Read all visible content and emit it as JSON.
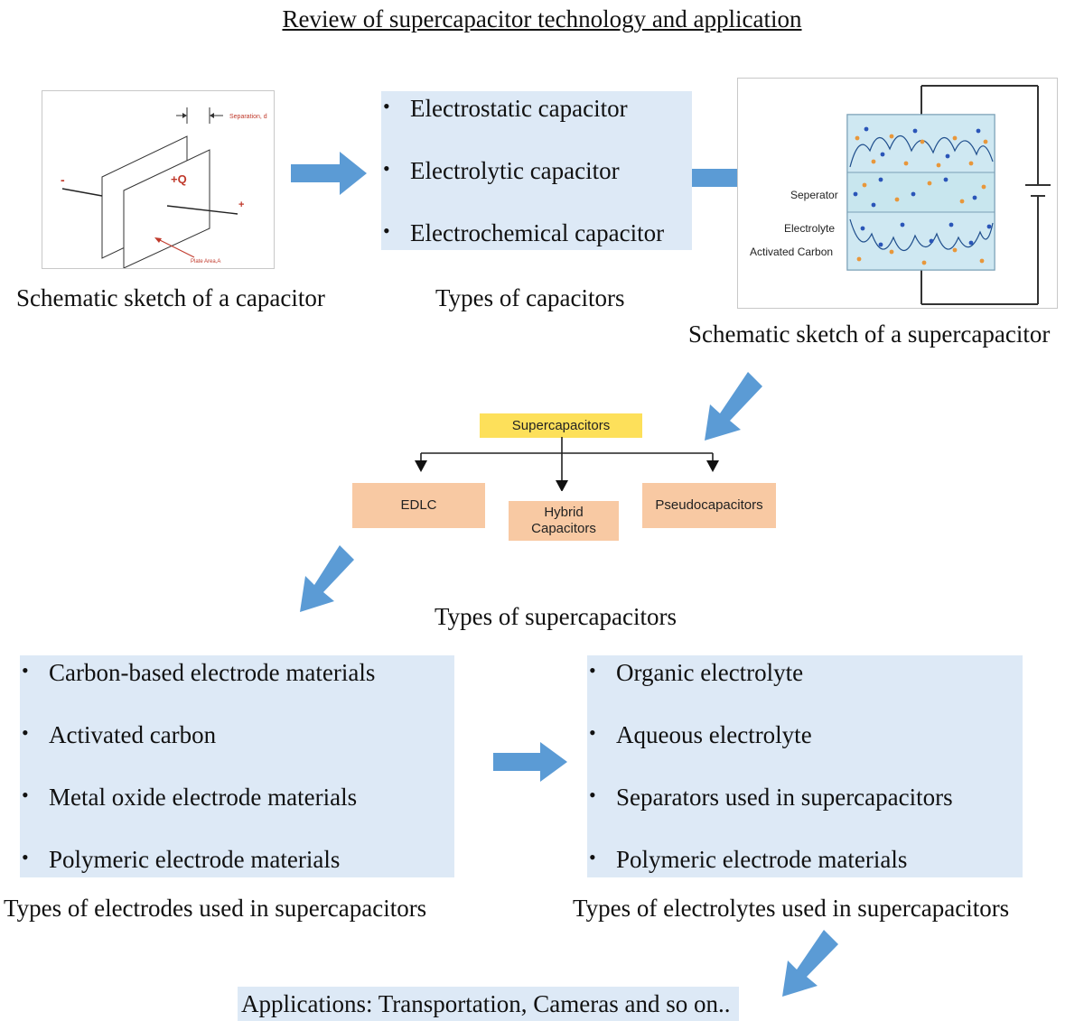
{
  "title": "Review of supercapacitor technology and application",
  "capacitor_sketch": {
    "caption": "Schematic sketch of a capacitor",
    "label_separation": "Separation, d",
    "label_charge": "+Q",
    "label_minus": "-",
    "label_plus": "+",
    "label_plate_area": "Plate Area,A"
  },
  "capacitor_types": {
    "caption": "Types of capacitors",
    "items": [
      "Electrostatic capacitor",
      "Electrolytic capacitor",
      "Electrochemical capacitor"
    ]
  },
  "supercapacitor_sketch": {
    "caption": "Schematic sketch of a supercapacitor",
    "label_separator": "Seperator",
    "label_electrolyte": "Electrolyte",
    "label_activated_carbon": "Activated Carbon"
  },
  "supercapacitor_tree": {
    "root": "Supercapacitors",
    "children": [
      "EDLC",
      "Hybrid Capacitors",
      "Pseudocapacitors"
    ],
    "caption": "Types of supercapacitors"
  },
  "electrodes": {
    "caption": "Types of electrodes used in supercapacitors",
    "items": [
      "Carbon-based electrode materials",
      "Activated carbon",
      "Metal oxide electrode materials",
      "Polymeric electrode materials"
    ]
  },
  "electrolytes": {
    "caption": "Types of electrolytes used in supercapacitors",
    "items": [
      "Organic electrolyte",
      "Aqueous electrolyte",
      "Separators used in supercapacitors",
      "Polymeric electrode materials"
    ]
  },
  "applications": {
    "text": "Applications: Transportation, Cameras and so on.."
  },
  "colors": {
    "arrow": "#5b9bd5",
    "light_box": "#dde9f6",
    "root_box": "#fde05a",
    "child_box": "#f8c9a3"
  }
}
